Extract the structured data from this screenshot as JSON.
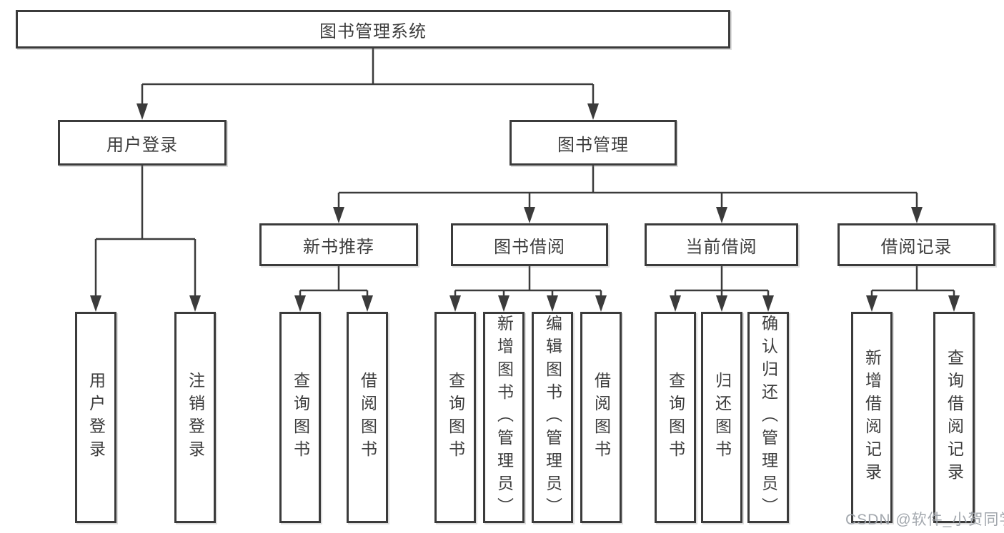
{
  "diagram": {
    "root": {
      "label": "图书管理系统"
    },
    "level2": [
      {
        "label": "用户登录",
        "children": [
          {
            "label": "用户登录"
          },
          {
            "label": "注销登录"
          }
        ]
      },
      {
        "label": "图书管理"
      }
    ],
    "level3": [
      {
        "label": "新书推荐",
        "children": [
          {
            "label": "查询图书"
          },
          {
            "label": "借阅图书"
          }
        ]
      },
      {
        "label": "图书借阅",
        "children": [
          {
            "label": "查询图书"
          },
          {
            "label": "新增图书（管理员）"
          },
          {
            "label": "编辑图书（管理员）"
          },
          {
            "label": "借阅图书"
          }
        ]
      },
      {
        "label": "当前借阅",
        "children": [
          {
            "label": "查询图书"
          },
          {
            "label": "归还图书"
          },
          {
            "label": "确认归还（管理员）"
          }
        ]
      },
      {
        "label": "借阅记录",
        "children": [
          {
            "label": "新增借阅记录"
          },
          {
            "label": "查询借阅记录"
          }
        ]
      }
    ]
  },
  "watermark": "CSDN @软件_小贺同学",
  "colors": {
    "line": "#3b3b3b",
    "text": "#3d3d3d",
    "watermark": "#9ea3aa",
    "background": "#ffffff"
  }
}
